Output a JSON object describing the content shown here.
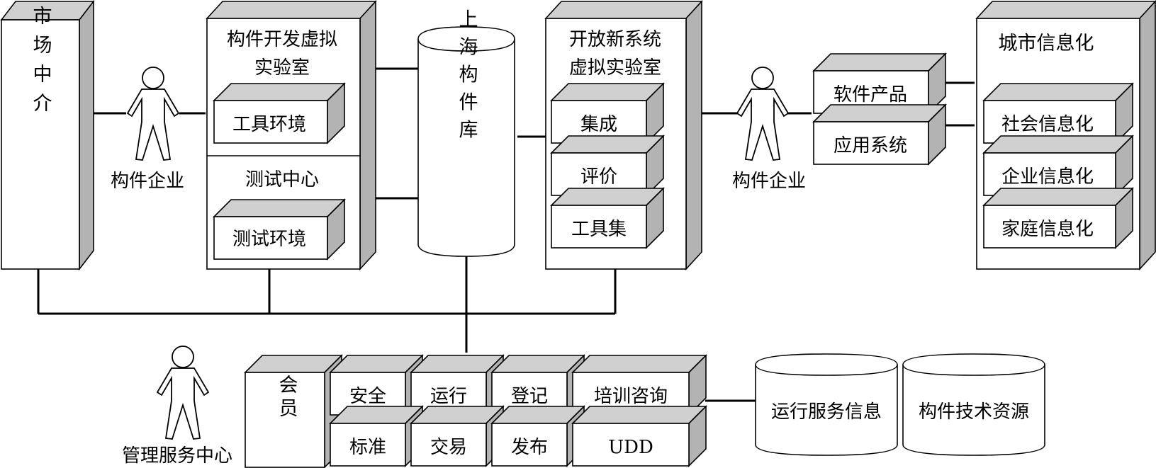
{
  "market": {
    "label": "市场中介"
  },
  "component_dev_lab": {
    "title_line1": "构件开发虚拟",
    "title_line2": "实验室",
    "tool_env": "工具环境",
    "test_center": "测试中心",
    "test_env": "测试环境"
  },
  "repository": {
    "label": "上海构件库"
  },
  "open_system_lab": {
    "title_line1": "开放新系统",
    "title_line2": "虚拟实验室",
    "modules": [
      "集成",
      "评价",
      "工具集"
    ]
  },
  "enterprise_left": {
    "label": "构件企业"
  },
  "enterprise_right": {
    "label": "构件企业"
  },
  "products": {
    "software": "软件产品",
    "apps": "应用系统"
  },
  "city": {
    "title": "城市信息化",
    "items": [
      "社会信息化",
      "企业信息化",
      "家庭信息化"
    ]
  },
  "management": {
    "label": "管理服务中心",
    "member": "会员",
    "row1": [
      "安全",
      "运行",
      "登记",
      "培训咨询"
    ],
    "row2": [
      "标准",
      "交易",
      "发布",
      "UDD"
    ]
  },
  "databases": {
    "ops_info": "运行服务信息",
    "tech_resources": "构件技术资源"
  }
}
